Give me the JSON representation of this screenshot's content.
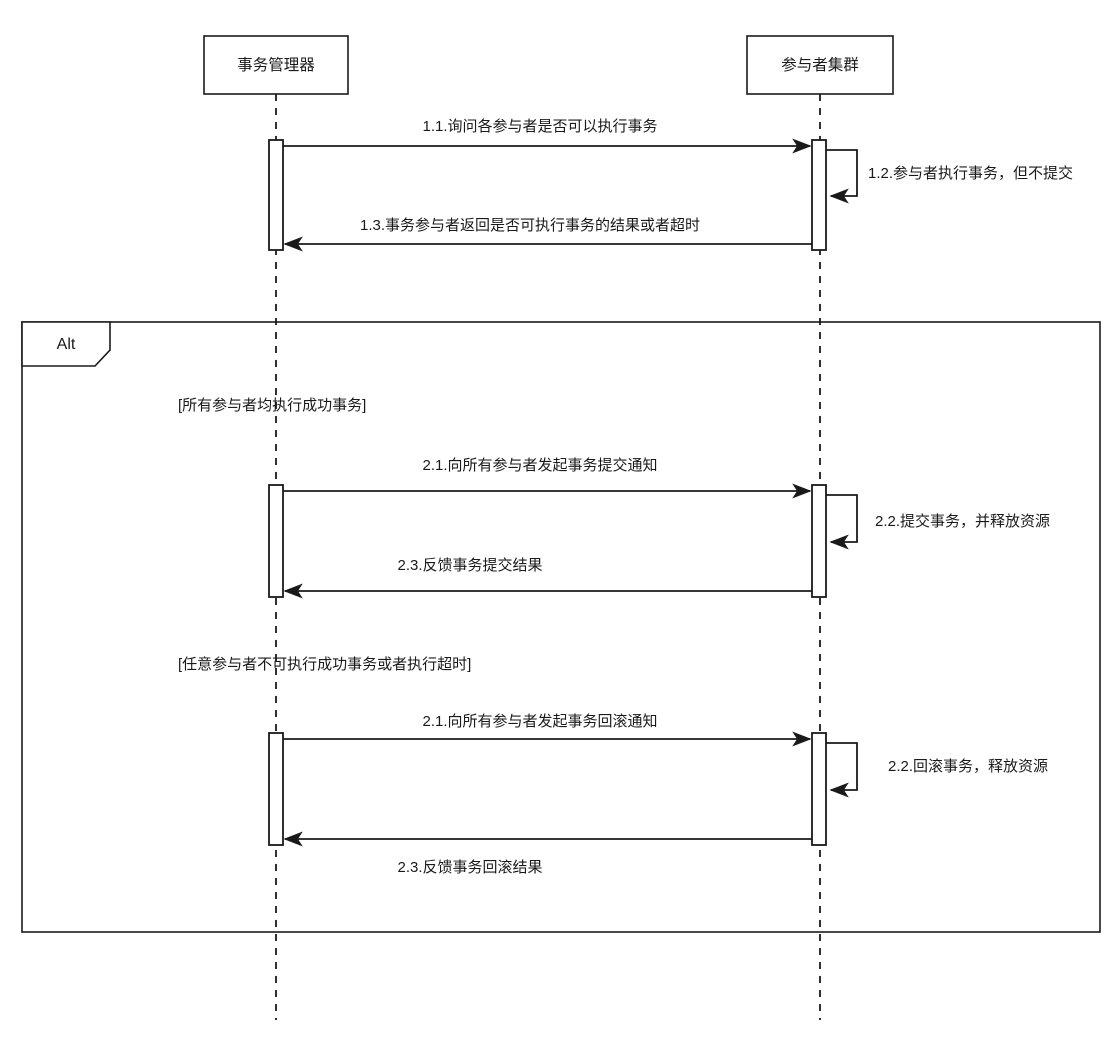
{
  "diagram": {
    "type": "uml-sequence-diagram",
    "background_color": "#ffffff",
    "line_color": "#1a1a1a",
    "participants": [
      {
        "id": "tm",
        "label": "事务管理器"
      },
      {
        "id": "pc",
        "label": "参与者集群"
      }
    ],
    "frames": [
      {
        "id": "alt-frame",
        "label": "Alt",
        "kind": "alt"
      }
    ],
    "guards": [
      {
        "id": "guard-1",
        "label": "[所有参与者均执行成功事务]"
      },
      {
        "id": "guard-2",
        "label": "[任意参与者不可执行成功事务或者执行超时]"
      }
    ],
    "messages": [
      {
        "id": "m1-1",
        "label": "1.1.询问各参与者是否可以执行事务",
        "from": "tm",
        "to": "pc",
        "direction": "right",
        "kind": "call"
      },
      {
        "id": "m1-2",
        "label": "1.2.参与者执行事务，但不提交",
        "from": "pc",
        "to": "pc",
        "direction": "self",
        "kind": "self-call"
      },
      {
        "id": "m1-3",
        "label": "1.3.事务参与者返回是否可执行事务的结果或者超时",
        "from": "pc",
        "to": "tm",
        "direction": "left",
        "kind": "return"
      },
      {
        "id": "m2-1-commit",
        "label": "2.1.向所有参与者发起事务提交通知",
        "from": "tm",
        "to": "pc",
        "direction": "right",
        "kind": "call"
      },
      {
        "id": "m2-2-commit",
        "label": "2.2.提交事务，并释放资源",
        "from": "pc",
        "to": "pc",
        "direction": "self",
        "kind": "self-call"
      },
      {
        "id": "m2-3-commit",
        "label": "2.3.反馈事务提交结果",
        "from": "pc",
        "to": "tm",
        "direction": "left",
        "kind": "return"
      },
      {
        "id": "m2-1-rollback",
        "label": "2.1.向所有参与者发起事务回滚通知",
        "from": "tm",
        "to": "pc",
        "direction": "right",
        "kind": "call"
      },
      {
        "id": "m2-2-rollback",
        "label": "2.2.回滚事务，释放资源",
        "from": "pc",
        "to": "pc",
        "direction": "self",
        "kind": "self-call"
      },
      {
        "id": "m2-3-rollback",
        "label": "2.3.反馈事务回滚结果",
        "from": "pc",
        "to": "tm",
        "direction": "left",
        "kind": "return"
      }
    ]
  }
}
